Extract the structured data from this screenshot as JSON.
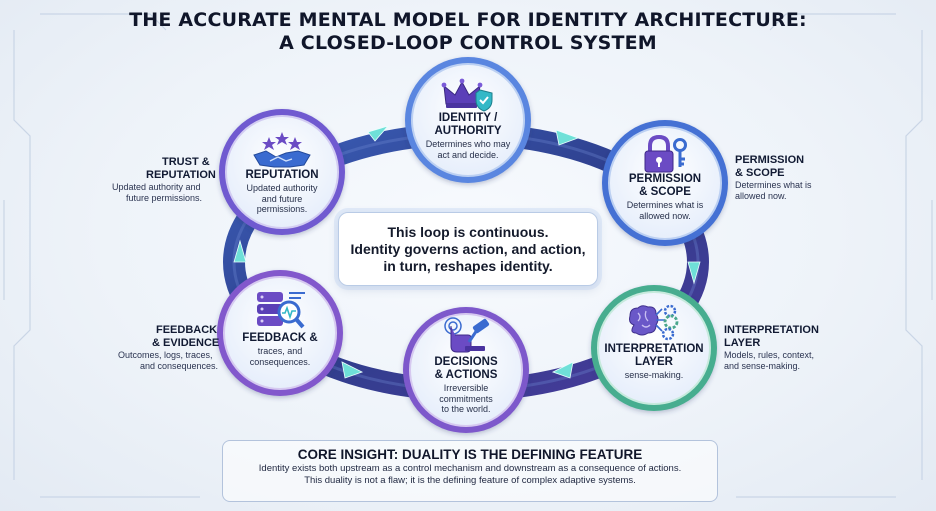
{
  "title": {
    "line1": "THE ACCURATE MENTAL MODEL FOR IDENTITY ARCHITECTURE:",
    "line2": "A CLOSED-LOOP CONTROL SYSTEM"
  },
  "nodes": {
    "identity": {
      "title1": "IDENTITY /",
      "title2": "AUTHORITY",
      "desc1": "Determines who may",
      "desc2": "act and decide.",
      "icon": "crown-shield-icon",
      "ring_color": "#4b78d6"
    },
    "permission": {
      "title1": "PERMISSION",
      "title2": "& SCOPE",
      "desc1": "Determines what is",
      "desc2": "allowed now.",
      "icon": "padlock-key-icon",
      "ring_color": "#3f6fd3"
    },
    "interpretation": {
      "title1": "INTERPRETATION",
      "title2": "LAYER",
      "desc1": "sense-making.",
      "icon": "brain-gears-icon",
      "ring_color": "#3fa58a"
    },
    "decisions": {
      "title1": "DECISIONS",
      "title2": "& ACTIONS",
      "desc1": "Irreversible",
      "desc2": "commitments",
      "desc3": "to the world.",
      "icon": "gavel-pointer-icon",
      "ring_color": "#7a56c8"
    },
    "feedback": {
      "title1": "FEEDBACK &",
      "desc1": "traces, and",
      "desc2": "consequences.",
      "icon": "database-magnifier-icon",
      "ring_color": "#7f55c9"
    },
    "reputation": {
      "title1": "REPUTATION",
      "desc1": "Updated authority",
      "desc2": "and future",
      "desc3": "permissions.",
      "icon": "handshake-stars-icon",
      "ring_color": "#6e58cf"
    }
  },
  "side_labels": {
    "permission": {
      "title1": "PERMISSION",
      "title2": "& SCOPE",
      "desc1": "Determines what is",
      "desc2": "allowed now."
    },
    "interpretation": {
      "title1": "INTERPRETATION",
      "title2": "LAYER",
      "desc1": "Models, rules, context,",
      "desc2": "and sense-making."
    },
    "trust": {
      "title1": "TRUST &",
      "title2": "REPUTATION",
      "desc1": "Updated authority and",
      "desc2": "future permissions."
    },
    "feedback": {
      "title1": "FEEDBACK",
      "title2": "& EVIDENCE",
      "desc1": "Outcomes, logs, traces,",
      "desc2": "and consequences."
    }
  },
  "center": {
    "line1": "This loop is continuous.",
    "line2": "Identity governs action, and action,",
    "line3": "in turn, reshapes identity."
  },
  "insight": {
    "title": "CORE INSIGHT: DUALITY IS THE DEFINING FEATURE",
    "line1": "Identity exists both upstream as a control mechanism and downstream as a consequence of actions.",
    "line2": "This duality is not a flaw; it is the defining feature of complex adaptive systems."
  },
  "colors": {
    "loop_track": "#2f3f8a",
    "arrow": "#6fe0d8",
    "accent_blue": "#3f6fd3",
    "accent_purple": "#7a56c8",
    "accent_green": "#3fa58a"
  }
}
